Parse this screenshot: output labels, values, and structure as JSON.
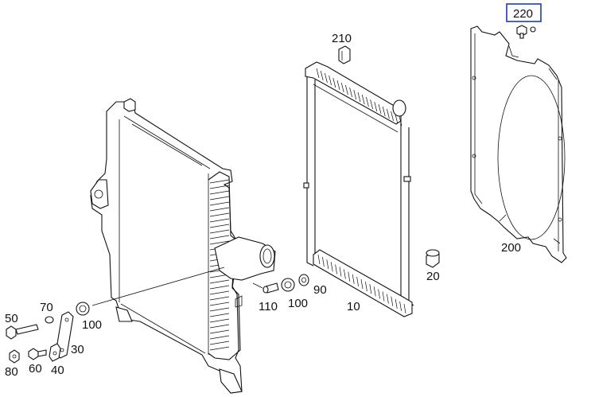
{
  "diagram": {
    "highlight_color": "#1a3fa8",
    "callouts": [
      {
        "id": "c220",
        "text": "220",
        "highlighted": true
      },
      {
        "id": "c210",
        "text": "210"
      },
      {
        "id": "c200",
        "text": "200"
      },
      {
        "id": "c20",
        "text": "20"
      },
      {
        "id": "c10",
        "text": "10"
      },
      {
        "id": "c90",
        "text": "90"
      },
      {
        "id": "c100a",
        "text": "100"
      },
      {
        "id": "c110",
        "text": "110"
      },
      {
        "id": "c100b",
        "text": "100"
      },
      {
        "id": "c70",
        "text": "70"
      },
      {
        "id": "c50",
        "text": "50"
      },
      {
        "id": "c30",
        "text": "30"
      },
      {
        "id": "c80",
        "text": "80"
      },
      {
        "id": "c60",
        "text": "60"
      },
      {
        "id": "c40",
        "text": "40"
      }
    ]
  }
}
